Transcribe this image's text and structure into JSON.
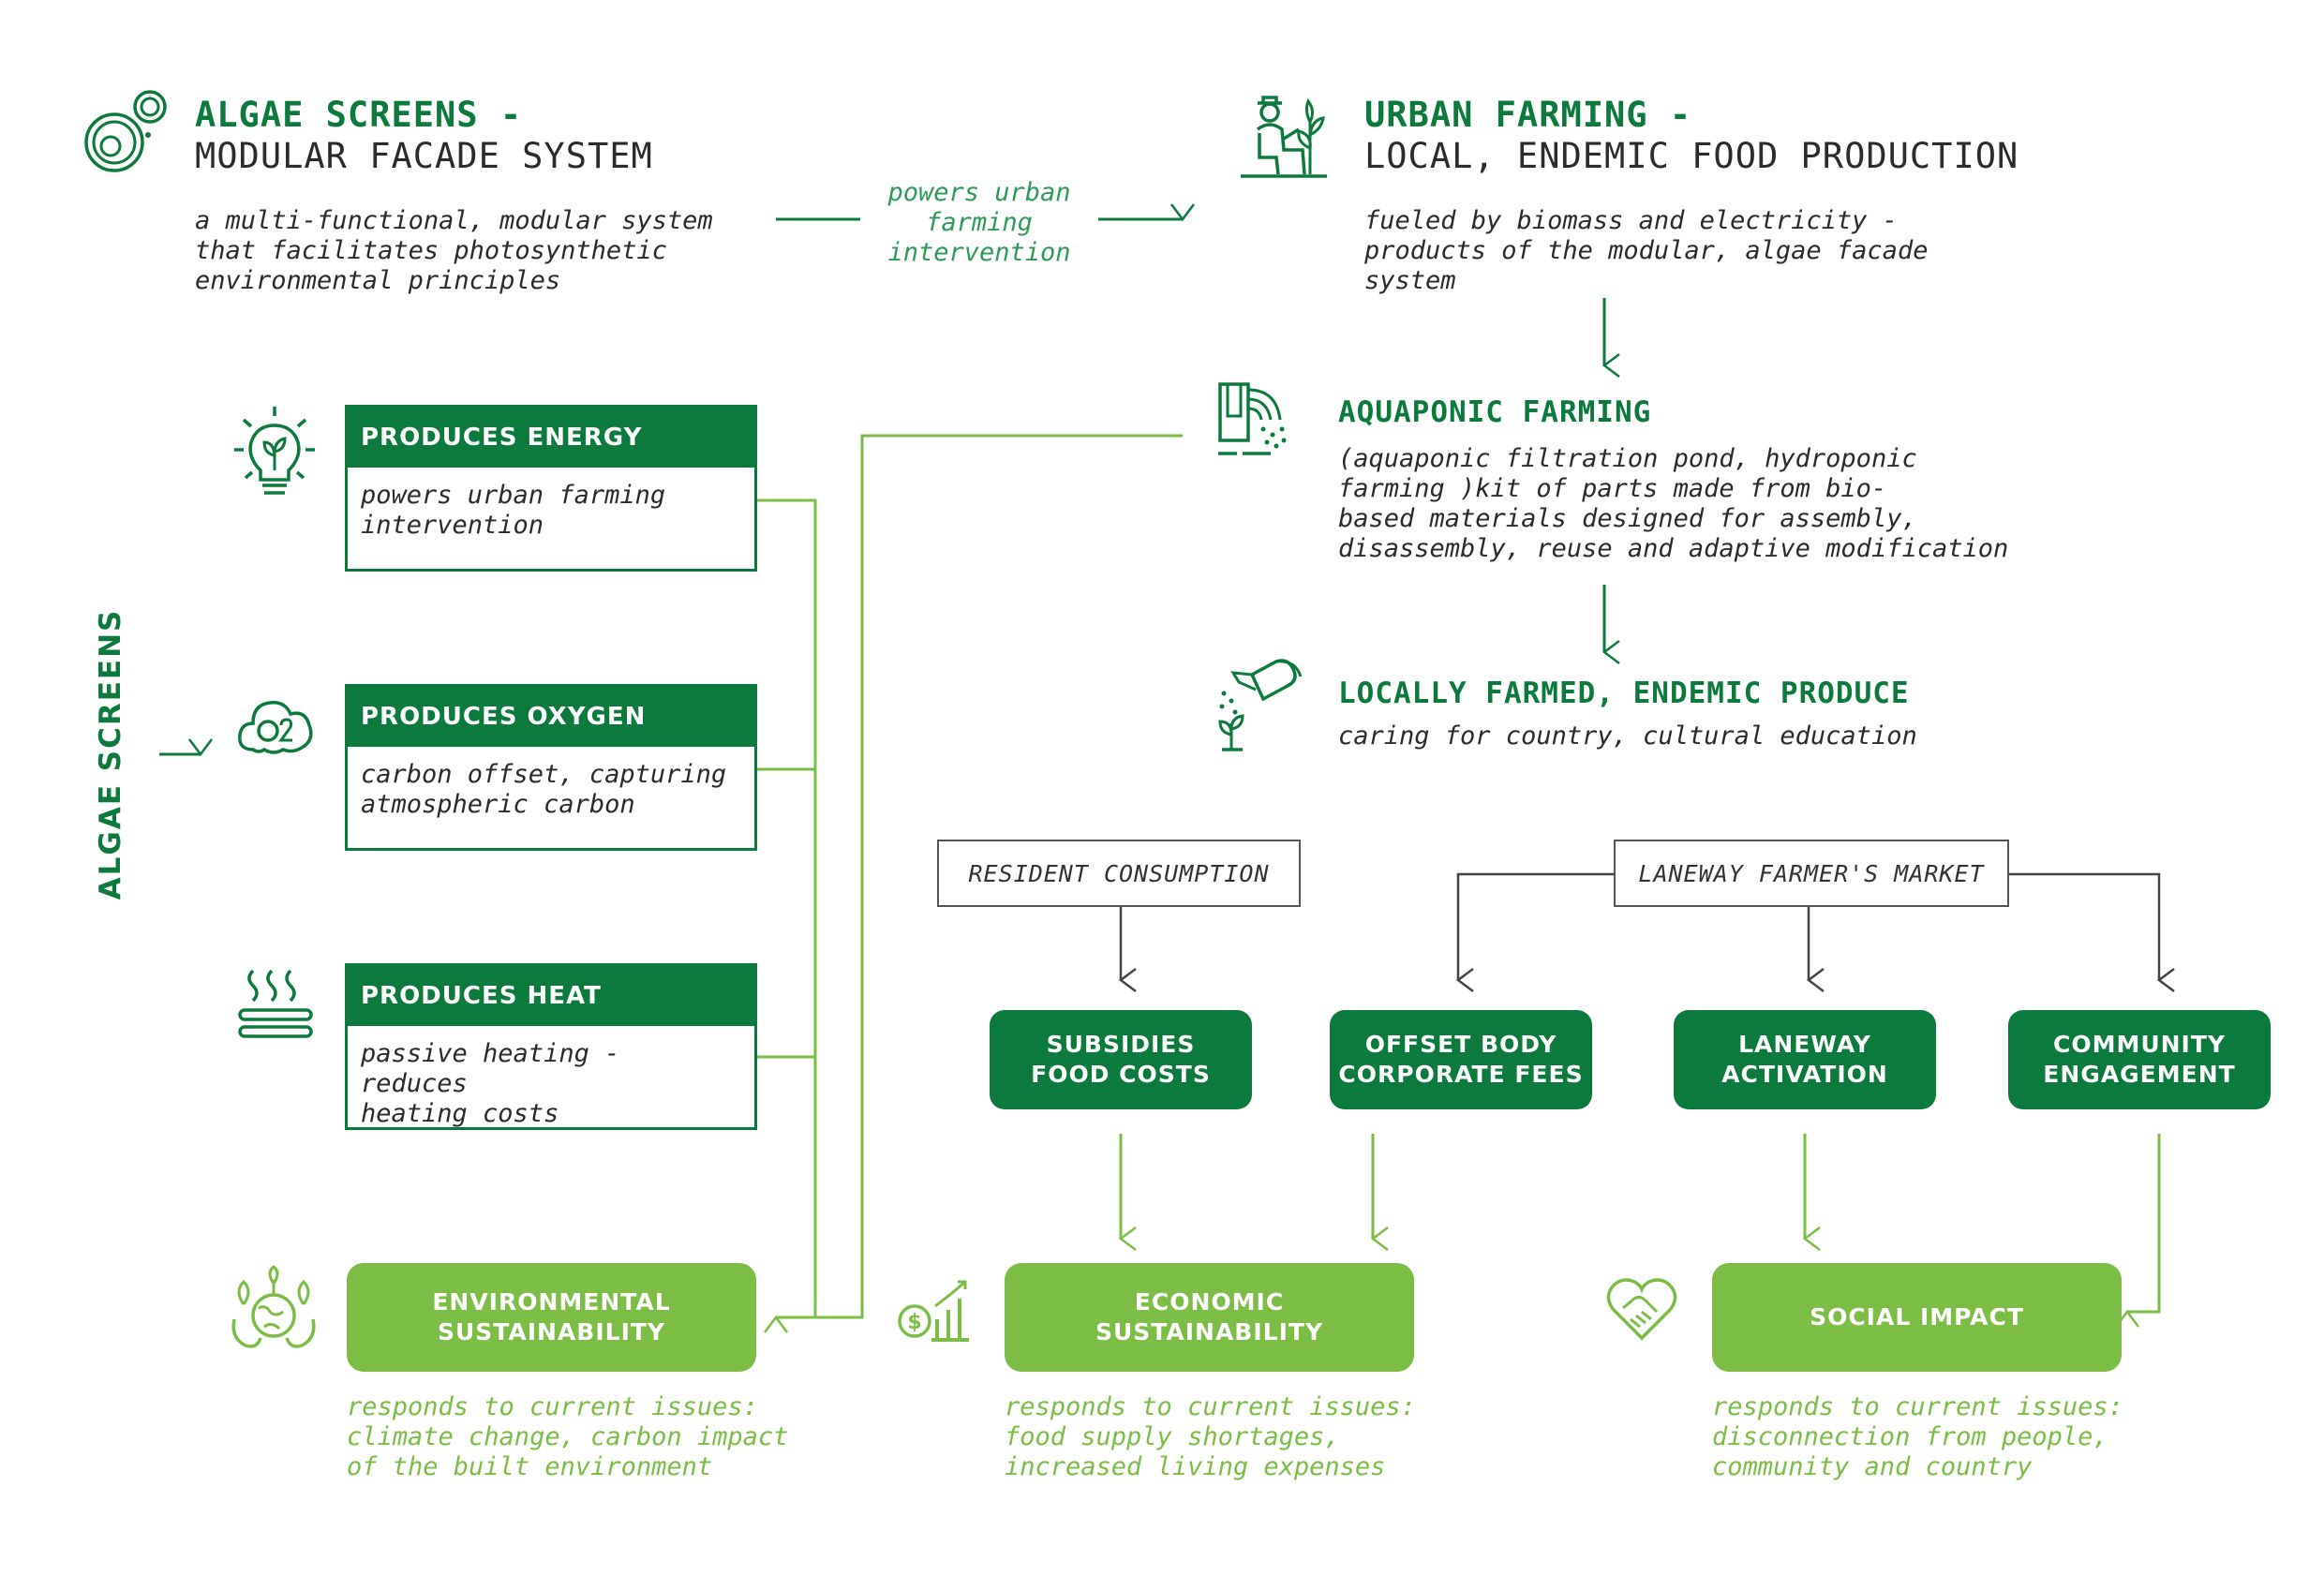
{
  "colors": {
    "dark_green": "#0b7a3c",
    "light_green": "#7cbd45",
    "text": "#2b2b2b",
    "outline": "#555555"
  },
  "algae": {
    "title": "ALGAE SCREENS -",
    "subtitle": "MODULAR FACADE SYSTEM",
    "description": "a multi-functional, modular system\nthat facilitates photosynthetic\nenvironmental principles",
    "icon": "algae-cells-icon"
  },
  "link": {
    "label": "powers urban\nfarming\nintervention"
  },
  "urban": {
    "title": "URBAN FARMING -",
    "subtitle": "LOCAL, ENDEMIC FOOD PRODUCTION",
    "description": "fueled by biomass and electricity -\nproducts of the modular, algae facade\nsystem",
    "icon": "farmer-plant-icon"
  },
  "side_label": "ALGAE SCREENS",
  "cards": [
    {
      "head": "PRODUCES ENERGY",
      "body": "powers urban farming\nintervention",
      "icon": "lightbulb-leaf-icon"
    },
    {
      "head": "PRODUCES OXYGEN",
      "body": "carbon offset, capturing\natmospheric carbon",
      "icon": "o2-cloud-icon"
    },
    {
      "head": "PRODUCES HEAT",
      "body": "passive heating - reduces\nheating costs",
      "icon": "heat-waves-icon"
    }
  ],
  "aquaponic": {
    "title": "AQUAPONIC FARMING",
    "description": "(aquaponic filtration pond, hydroponic\nfarming )kit of parts made from bio-\nbased materials designed for assembly,\ndisassembly, reuse and adaptive modification",
    "icon": "irrigation-icon"
  },
  "produce": {
    "title": "LOCALLY FARMED, ENDEMIC PRODUCE",
    "description": "caring for country, cultural education",
    "icon": "watering-can-icon"
  },
  "resident_box": "RESIDENT CONSUMPTION",
  "market_box": "LANEWAY FARMER'S MARKET",
  "outcomes": [
    "SUBSIDIES\nFOOD COSTS",
    "OFFSET BODY\nCORPORATE FEES",
    "LANEWAY\nACTIVATION",
    "COMMUNITY\nENGAGEMENT"
  ],
  "pillars": [
    {
      "label": "ENVIRONMENTAL\nSUSTAINABILITY",
      "note": "responds to current issues:\nclimate change, carbon impact\nof the built environment",
      "icon": "earth-plants-icon"
    },
    {
      "label": "ECONOMIC\nSUSTAINABILITY",
      "note": "responds to current issues:\nfood supply shortages,\nincreased living expenses",
      "icon": "money-growth-icon"
    },
    {
      "label": "SOCIAL IMPACT",
      "note": "responds to current issues:\ndisconnection from people,\ncommunity and country",
      "icon": "heart-handshake-icon"
    }
  ]
}
